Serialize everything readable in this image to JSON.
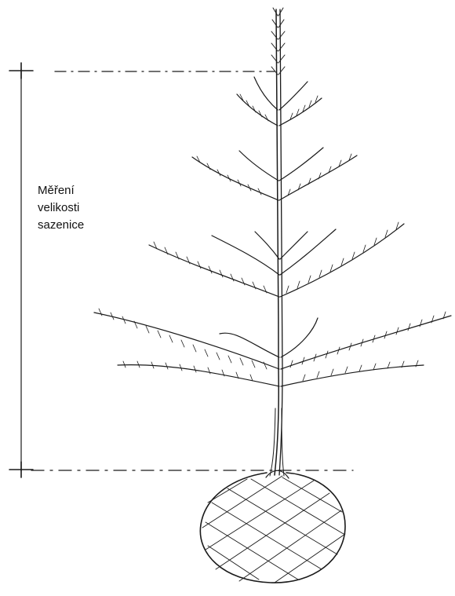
{
  "label": {
    "lines": [
      "Měření",
      "velikosti",
      "sazenice"
    ]
  },
  "colors": {
    "ink": "#1a1a1a",
    "background": "#ffffff"
  }
}
